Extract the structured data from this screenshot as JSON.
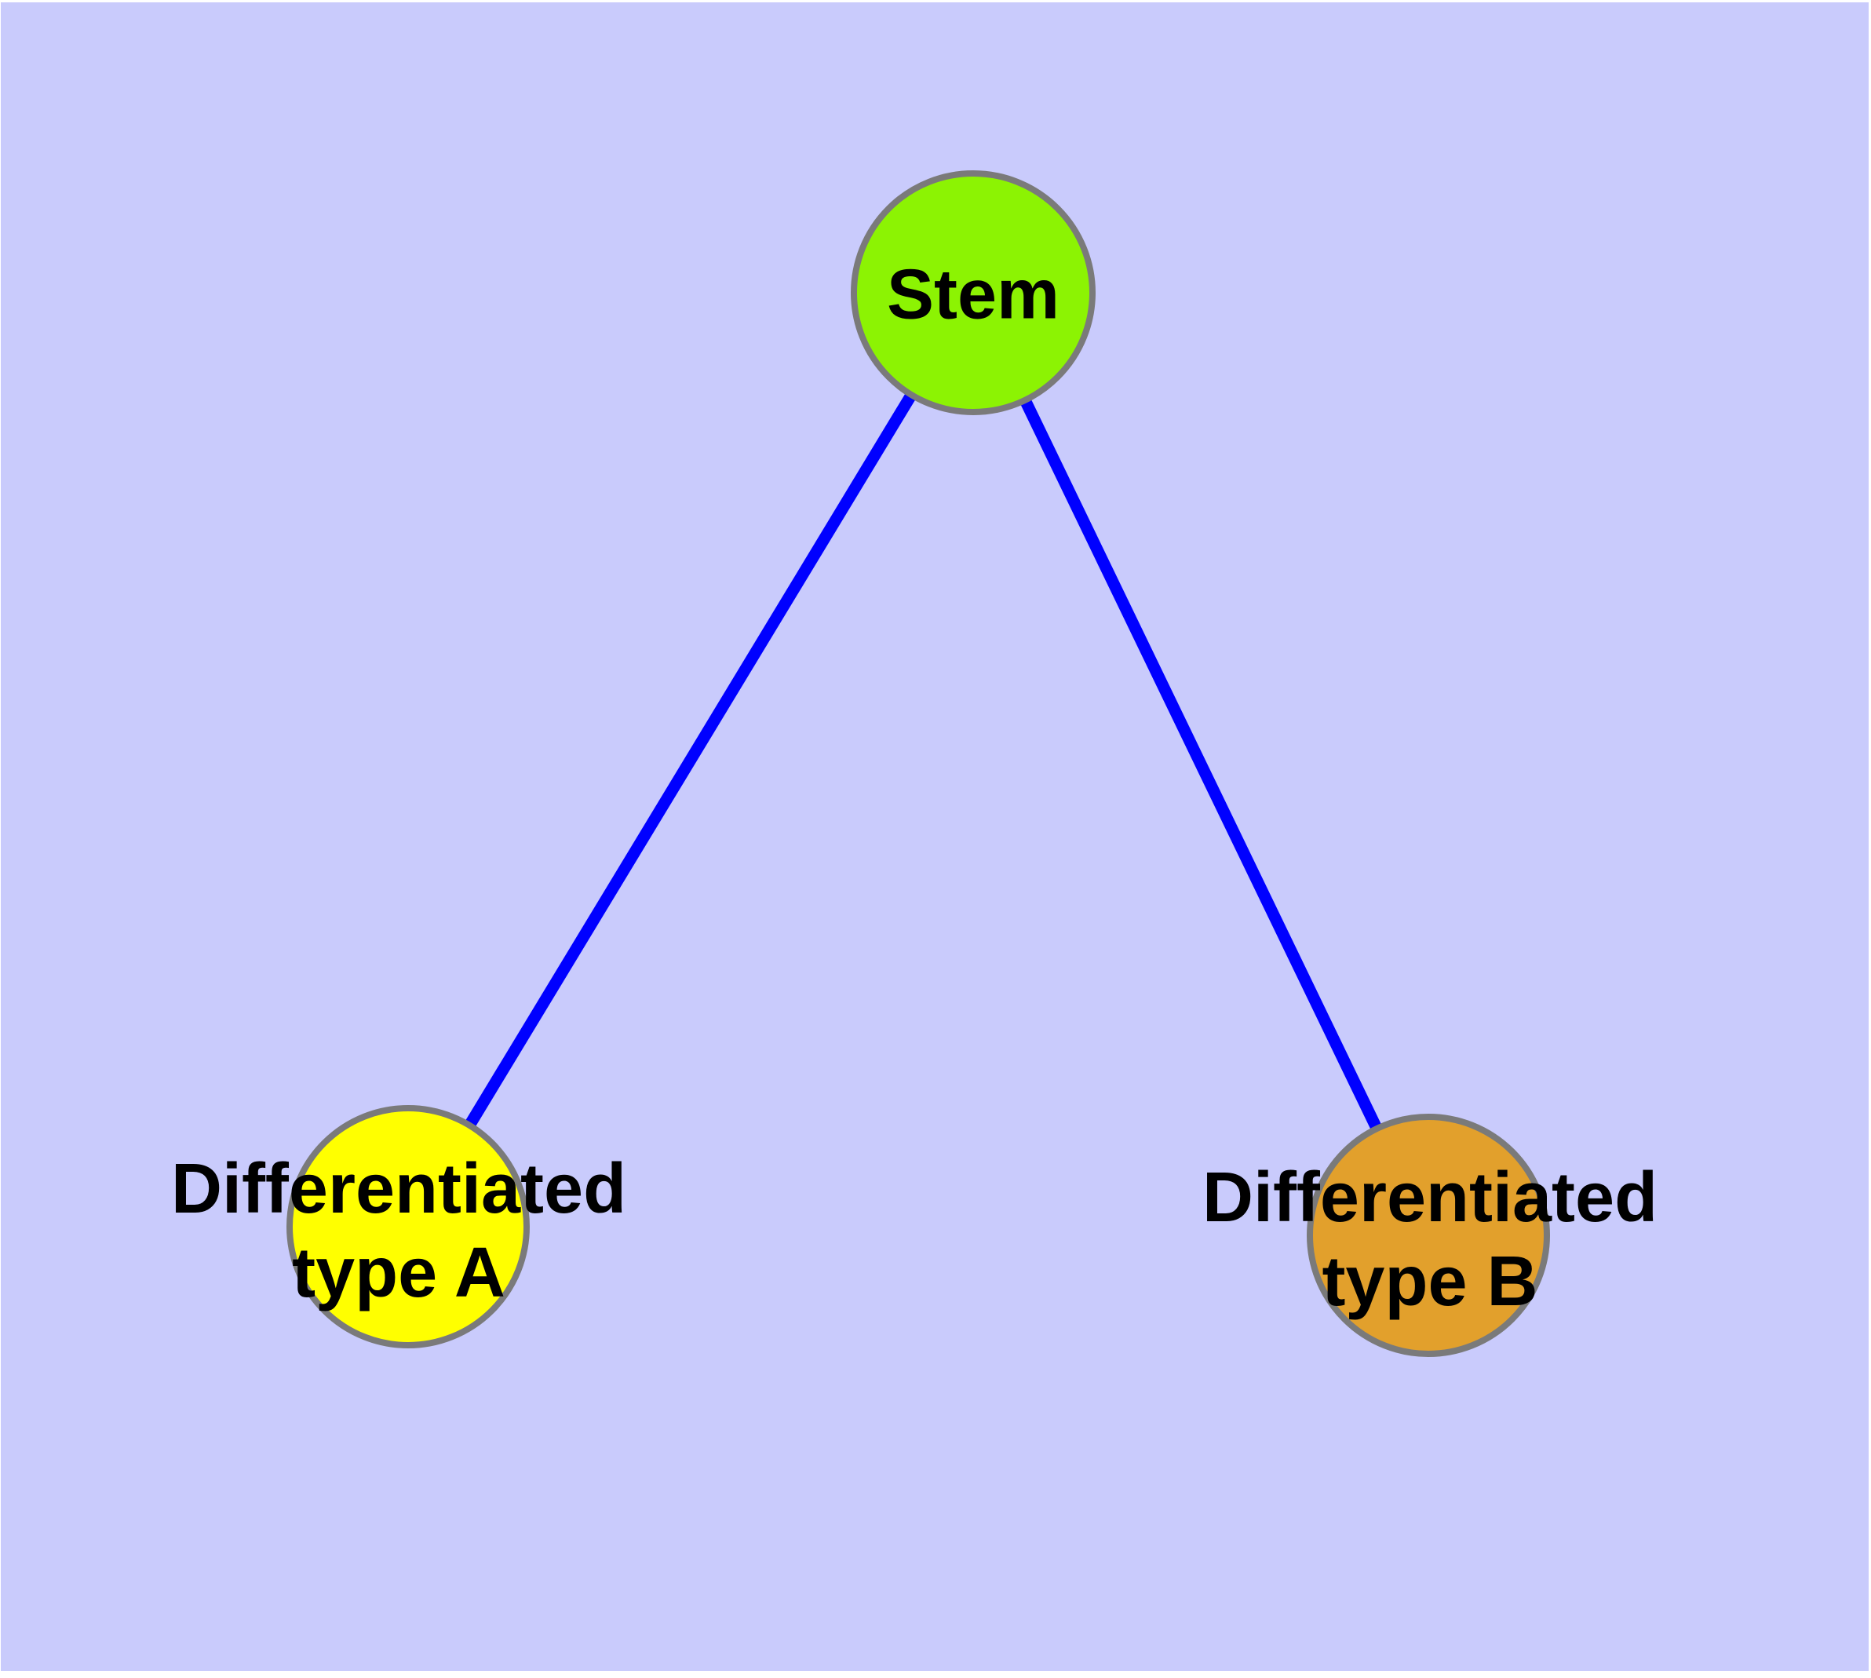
{
  "diagram": {
    "type": "node-link-graph",
    "background_color": "#C9CBFC",
    "edge_color": "#0000FF",
    "node_border_color": "#7A7A7A",
    "label_color": "#000000",
    "nodes": {
      "stem": {
        "label": "Stem",
        "color": "#8CF303"
      },
      "type_a": {
        "label_line1": "Differentiated",
        "label_line2": "type A",
        "color": "#FFFF00"
      },
      "type_b": {
        "label_line1": "Differentiated",
        "label_line2": "type B",
        "color": "#E2A02C"
      }
    },
    "edges": [
      {
        "from": "Stem",
        "to": "Differentiated type A"
      },
      {
        "from": "Stem",
        "to": "Differentiated type B"
      }
    ]
  }
}
